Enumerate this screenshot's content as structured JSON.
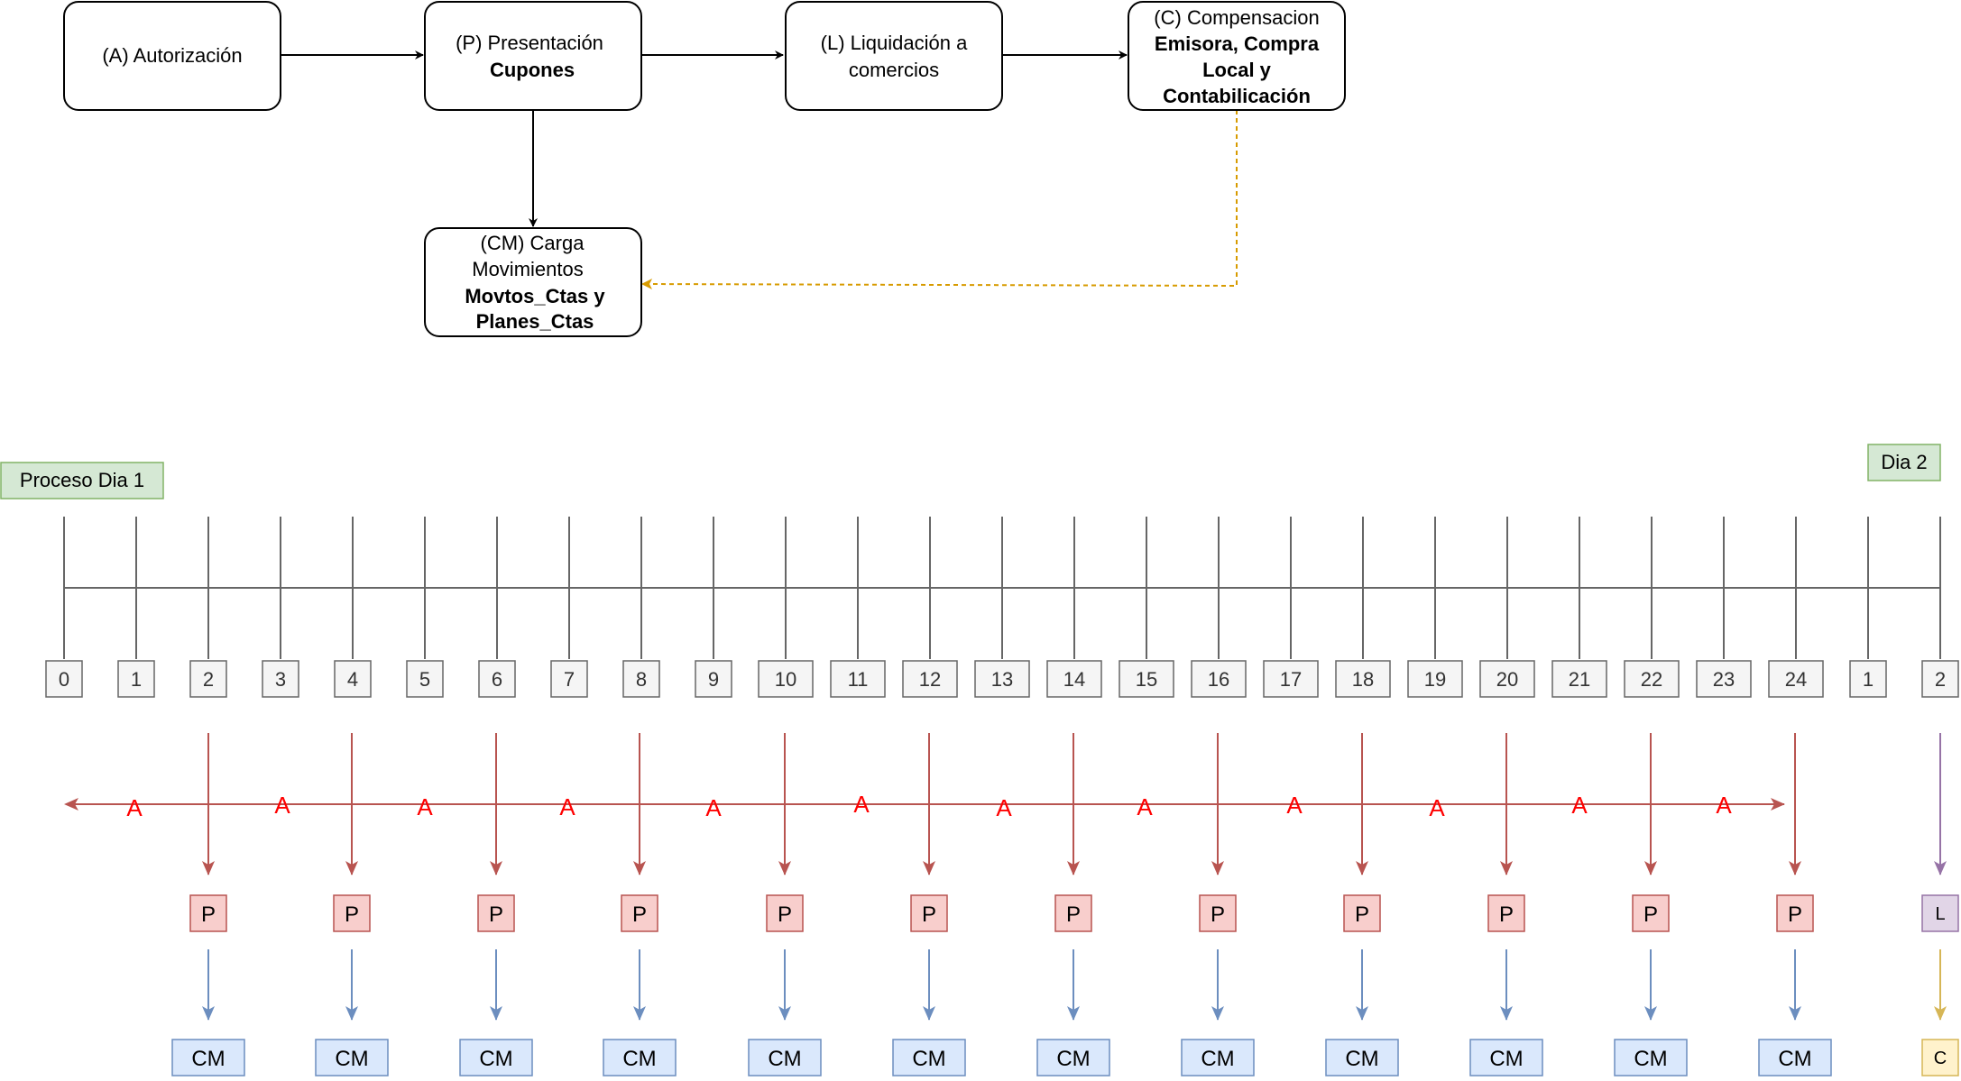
{
  "flow": {
    "autorizacion": {
      "line1": "(A) Autorización"
    },
    "presentacion": {
      "line1": "(P) Presentación",
      "line2": "Cupones"
    },
    "liquidacion": {
      "line1": "(L) Liquidación a",
      "line2": "comercios"
    },
    "compensacion": {
      "line1": "(C) Compensacion",
      "line2": "Emisora, Compra",
      "line3": "Local y",
      "line4": "Contabilicación"
    },
    "carga": {
      "line1": "(CM) Carga",
      "line2": "Movimientos",
      "line3": "Movtos_Ctas y",
      "line4": "Planes_Ctas"
    }
  },
  "timeline": {
    "day1_label": "Proceso Dia 1",
    "day2_label": "Dia 2",
    "hours": [
      "0",
      "1",
      "2",
      "3",
      "4",
      "5",
      "6",
      "7",
      "8",
      "9",
      "10",
      "11",
      "12",
      "13",
      "14",
      "15",
      "16",
      "17",
      "18",
      "19",
      "20",
      "21",
      "22",
      "23",
      "24",
      "1",
      "2"
    ],
    "a_label": "A",
    "p_label": "P",
    "cm_label": "CM",
    "l_label": "L",
    "c_label": "C"
  },
  "colors": {
    "red": "#b85450",
    "red_text": "#ff0000",
    "p_fill": "#f8cecc",
    "blue": "#6c8ebf",
    "cm_fill": "#dae8fc",
    "purple": "#9673a6",
    "l_fill": "#e1d5e7",
    "gold": "#d6b656",
    "c_fill": "#fff2cc",
    "green_stroke": "#82b366",
    "green_fill": "#d5e8d4",
    "dash_orange": "#d79b00",
    "gray_line": "#666666",
    "hour_fill": "#f5f5f5"
  }
}
